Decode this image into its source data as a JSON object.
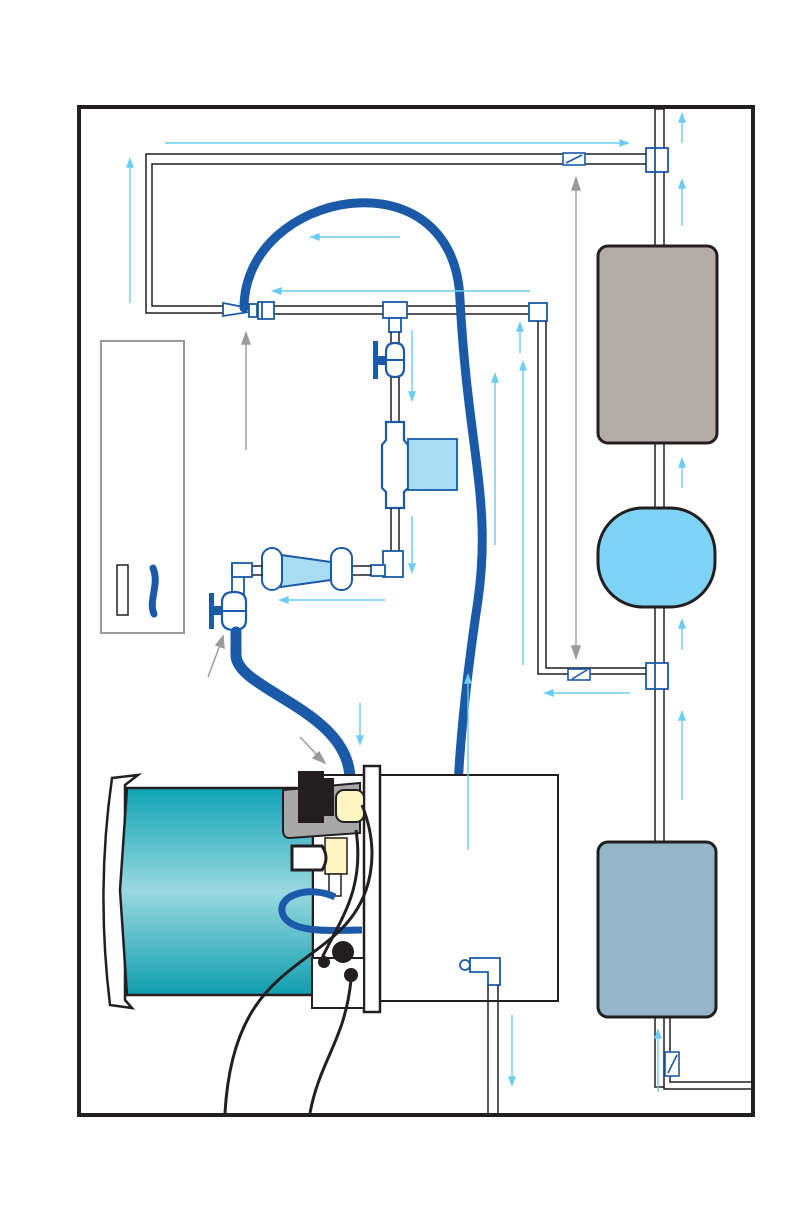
{
  "diagram": {
    "labels": [],
    "components": [
      {
        "id": "dispenser",
        "icon": "water-dispenser-icon"
      },
      {
        "id": "upper-filter",
        "icon": "filter-cartridge-icon"
      },
      {
        "id": "pressure-tank",
        "icon": "pressure-tank-icon"
      },
      {
        "id": "lower-filter",
        "icon": "filter-cartridge-icon"
      },
      {
        "id": "reservoir",
        "icon": "reservoir-tank-icon"
      },
      {
        "id": "pump",
        "icon": "pump-icon"
      },
      {
        "id": "solenoid-valve",
        "icon": "solenoid-valve-icon"
      },
      {
        "id": "uv-lamp",
        "icon": "uv-lamp-icon"
      },
      {
        "id": "shutoff-valve-upper",
        "icon": "ball-valve-icon"
      },
      {
        "id": "shutoff-valve-lower",
        "icon": "ball-valve-icon"
      },
      {
        "id": "check-valve-top",
        "icon": "check-valve-icon"
      },
      {
        "id": "check-valve-middle",
        "icon": "check-valve-icon"
      },
      {
        "id": "check-valve-bottom",
        "icon": "check-valve-icon"
      }
    ],
    "colors": {
      "frame": "#231f20",
      "hose": "#1a5aa8",
      "arrow": "#6ccdf0",
      "pointer": "#9a9a9a",
      "upper_filter": "#b3aca9",
      "pressure_tank": "#7dd3f5",
      "lower_filter": "#94b6c8",
      "reservoir_light": "#8fd6e0",
      "reservoir_dark": "#13a0b2",
      "uv_lamp": "#a8dcf2",
      "housing_gray": "#a7a7a7",
      "fitting_cream": "#fdf6c3"
    }
  }
}
